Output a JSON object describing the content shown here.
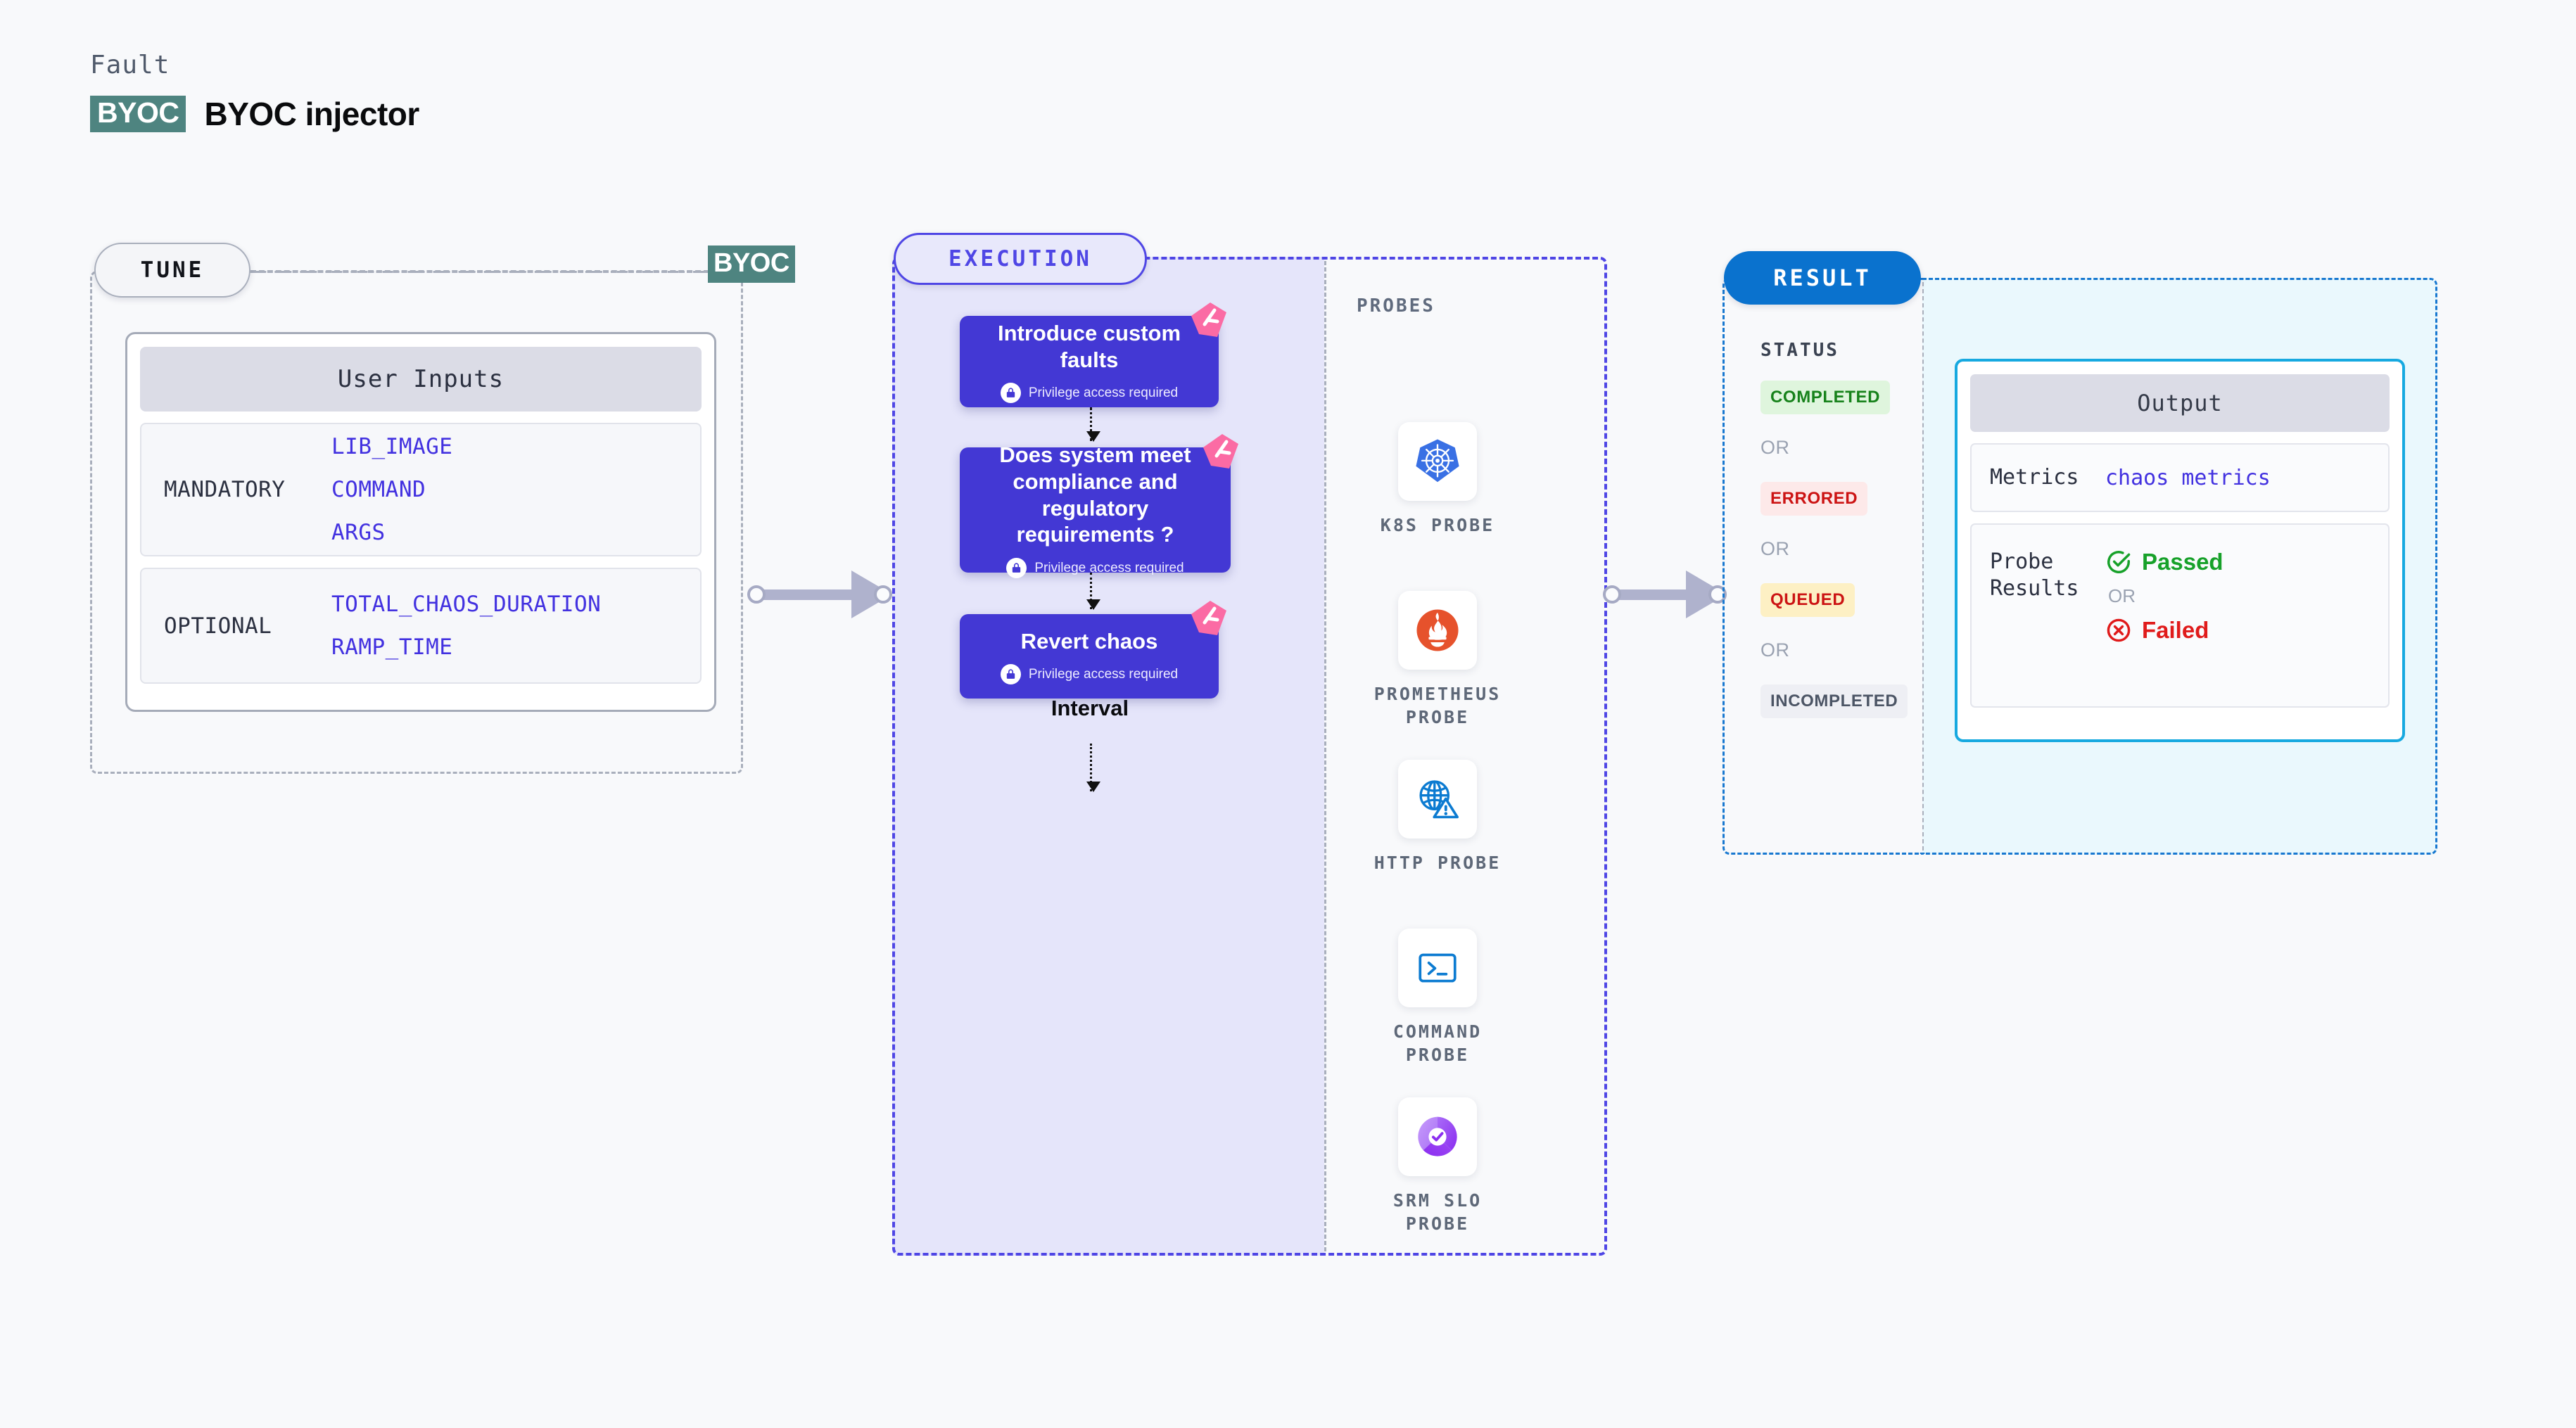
{
  "header": {
    "fault_label": "Fault",
    "badge_text": "BYOC",
    "title": "BYOC injector"
  },
  "tune": {
    "pill_label": "TUNE",
    "edge_badge": "BYOC",
    "card_header": "User Inputs",
    "groups": [
      {
        "label": "MANDATORY",
        "values": [
          "LIB_IMAGE",
          "COMMAND",
          "ARGS"
        ]
      },
      {
        "label": "OPTIONAL",
        "values": [
          "TOTAL_CHAOS_DURATION",
          "RAMP_TIME"
        ]
      }
    ]
  },
  "execution": {
    "pill_label": "EXECUTION",
    "probes_title": "PROBES",
    "privilege_text": "Privilege access required",
    "nodes": [
      {
        "title": "Introduce custom faults",
        "privileged": true
      },
      {
        "title": "Does system meet compliance and regulatory requirements ?",
        "privileged": true
      },
      {
        "title": "Revert chaos",
        "privileged": true
      }
    ],
    "wait_node": {
      "label": "Wait for Chaos Interval",
      "icon": "clock-icon"
    },
    "probes": [
      {
        "name": "K8S PROBE",
        "icon": "kubernetes-icon"
      },
      {
        "name": "PROMETHEUS PROBE",
        "icon": "prometheus-icon"
      },
      {
        "name": "HTTP PROBE",
        "icon": "http-globe-warning-icon"
      },
      {
        "name": "COMMAND PROBE",
        "icon": "terminal-icon"
      },
      {
        "name": "SRM SLO PROBE",
        "icon": "srm-slo-donut-icon"
      }
    ]
  },
  "result": {
    "pill_label": "RESULT",
    "status_title": "STATUS",
    "or_label": "OR",
    "statuses": [
      {
        "label": "COMPLETED",
        "bg": "#DFF5DD",
        "color": "#17821B"
      },
      {
        "label": "ERRORED",
        "bg": "#FDE9E9",
        "color": "#CC1414"
      },
      {
        "label": "QUEUED",
        "bg": "#FDF0C4",
        "color": "#CC1414"
      },
      {
        "label": "INCOMPLETED",
        "bg": "#EEEFF4",
        "color": "#4C5565"
      }
    ],
    "output": {
      "header": "Output",
      "metrics_key": "Metrics",
      "metrics_value": "chaos metrics",
      "probe_key": "Probe Results",
      "passed_label": "Passed",
      "failed_label": "Failed",
      "or_label": "OR"
    }
  },
  "colors": {
    "brand_teal": "#4E8480",
    "execution_purple": "#4338D4",
    "execution_border": "#4F46E5",
    "result_blue": "#0A72CE",
    "output_cyan": "#17A9E0",
    "link_blue": "#4231E0",
    "ribbon_pink": "#FB6BA4"
  }
}
